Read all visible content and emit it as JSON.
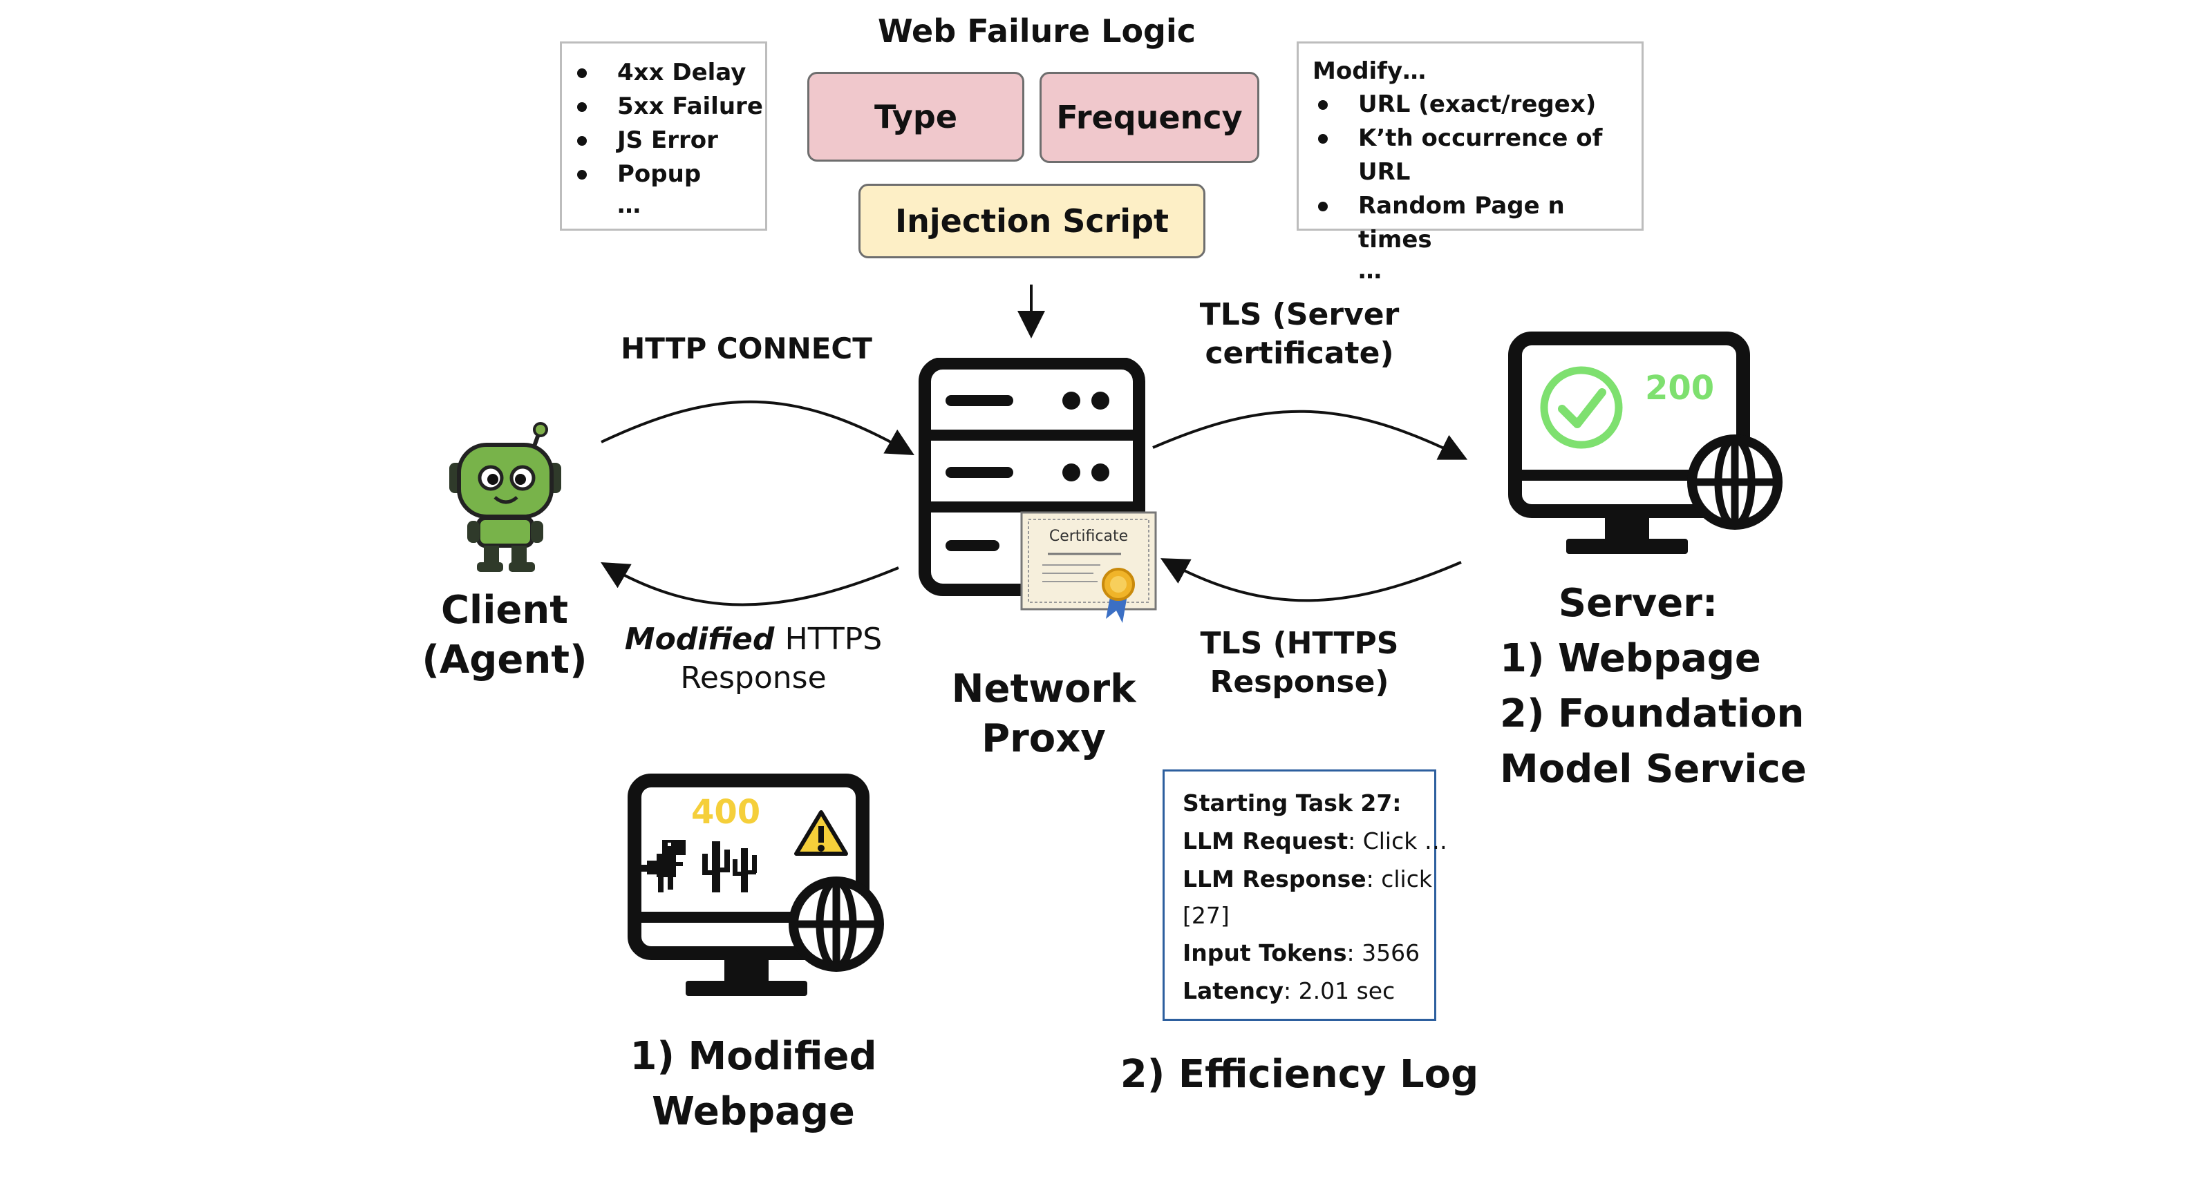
{
  "failure_logic": {
    "title": "Web Failure Logic",
    "type_label": "Type",
    "frequency_label": "Frequency",
    "injection_label": "Injection Script",
    "colors": {
      "pill_pink": "#f0c8cc",
      "pill_yellow": "#fdefc6"
    }
  },
  "type_list": {
    "items": [
      "4xx Delay",
      "5xx Failure",
      "JS Error",
      "Popup"
    ],
    "more": "…"
  },
  "modify_list": {
    "heading": "Modify…",
    "items": [
      "URL (exact/regex)",
      "K’th occurrence of  URL",
      "Random Page n times"
    ],
    "more": "…"
  },
  "arrows": {
    "http_connect": "HTTP CONNECT",
    "tls_cert_1": "TLS (Server",
    "tls_cert_2": "certificate)",
    "modified_word": "Modified",
    "https_response_1": "HTTPS",
    "https_response_2": "Response",
    "tls_resp_1": "TLS (HTTPS",
    "tls_resp_2": "Response)"
  },
  "client": {
    "line1": "Client",
    "line2": "(Agent)"
  },
  "proxy": {
    "line1": "Network",
    "line2": "Proxy",
    "certificate_text": "Certificate"
  },
  "server": {
    "status_code": "200",
    "line1": "Server:",
    "line2": "1) Webpage",
    "line3": "2) Foundation",
    "line4": "Model Service",
    "colors": {
      "ok_green": "#7ee06f"
    }
  },
  "modified_page": {
    "status_code": "400",
    "line1": "1) Modified",
    "line2": "Webpage",
    "colors": {
      "warn_yellow": "#f5cf3a"
    }
  },
  "efficiency_log": {
    "title": "2) Efficiency Log",
    "heading": "Starting Task 27:",
    "req_key": "LLM Request",
    "req_val": ": Click …",
    "resp_key": "LLM Response",
    "resp_val": ": click",
    "resp_cont": "[27]",
    "tok_key": "Input Tokens",
    "tok_val": ": 3566",
    "lat_key": "Latency",
    "lat_val": ": 2.01 sec",
    "colors": {
      "border_blue": "#2d5f9e"
    }
  }
}
